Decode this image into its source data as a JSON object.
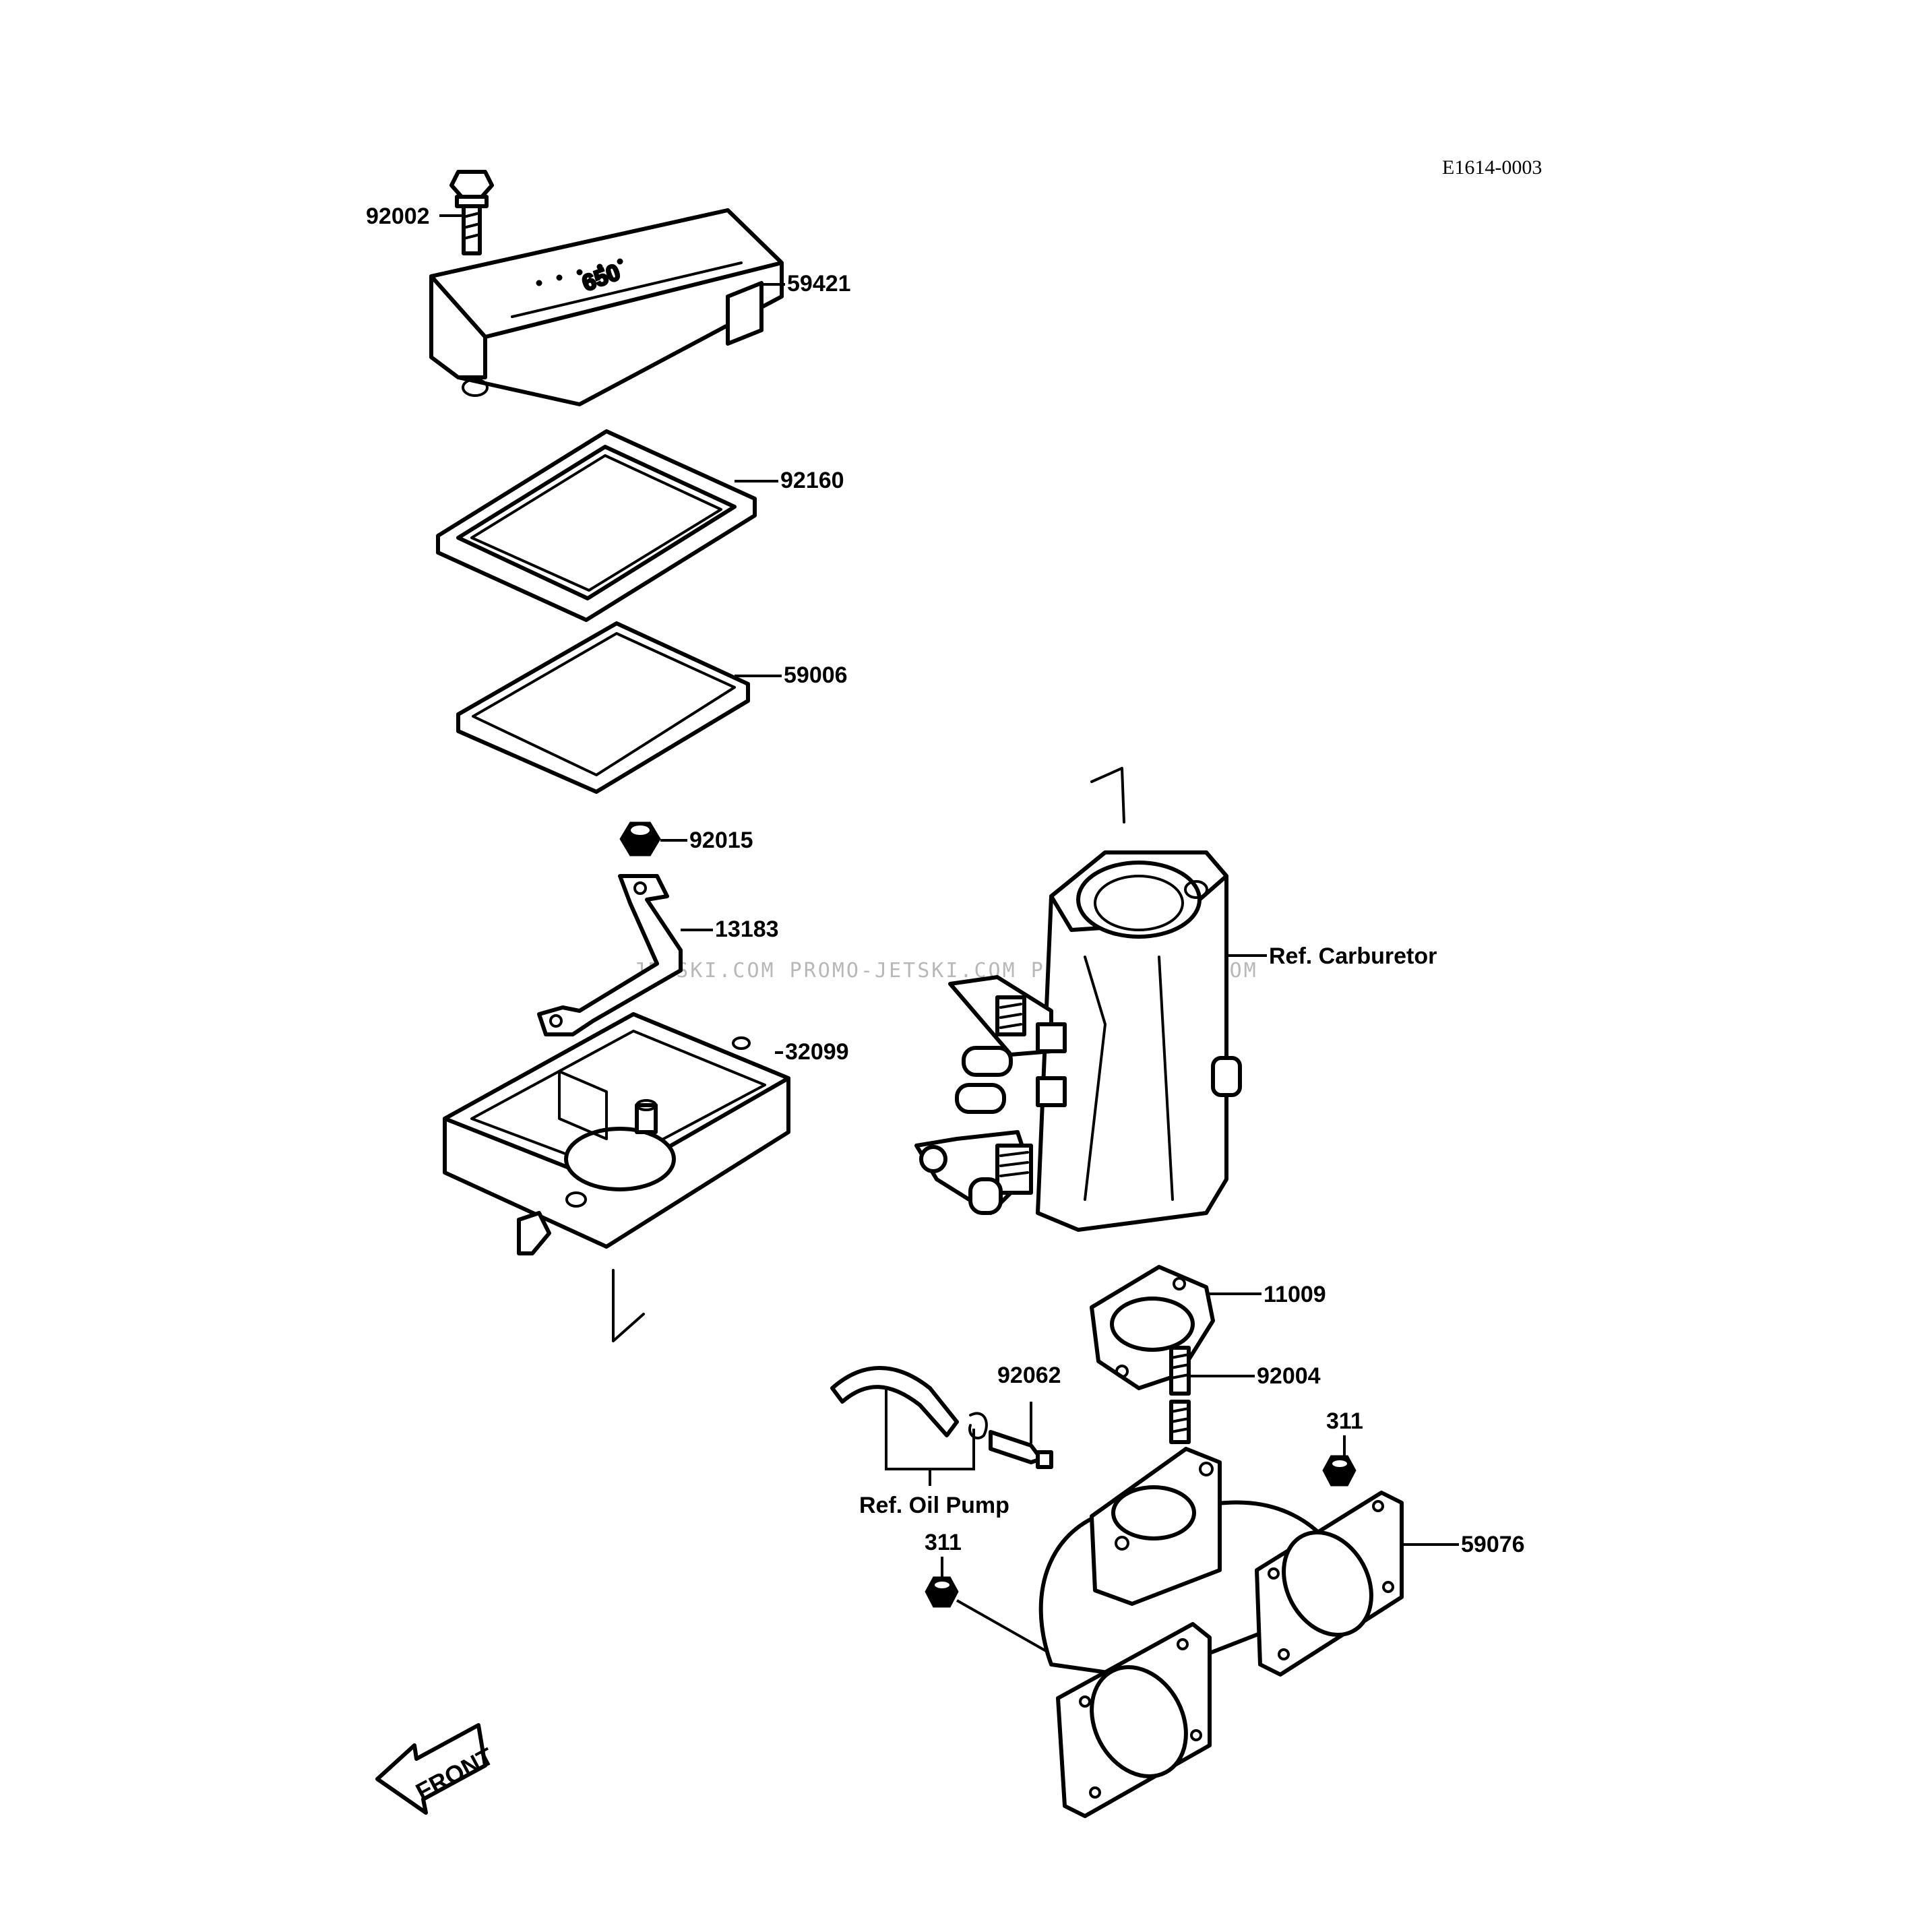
{
  "diagram_code": "E1614-0003",
  "watermark": "JETSKI.COM  PROMO-JETSKI.COM  PROMO-JETSKI.COM",
  "front_label": "FRONT",
  "callouts": {
    "c92002": "92002",
    "c59421": "59421",
    "c92160": "92160",
    "c59006": "59006",
    "c92015": "92015",
    "c13183": "13183",
    "c32099": "32099",
    "carb": "Ref. Carburetor",
    "c11009": "11009",
    "c92062": "92062",
    "c92004": "92004",
    "c311a": "311",
    "oil": "Ref. Oil Pump",
    "c311b": "311",
    "c59076": "59076"
  },
  "cover_marking": "650"
}
